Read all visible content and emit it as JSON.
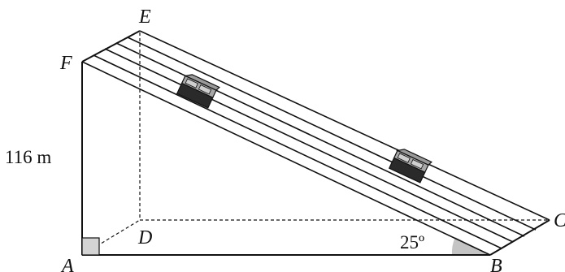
{
  "labels": {
    "A": "A",
    "B": "B",
    "C": "C",
    "D": "D",
    "E": "E",
    "F": "F"
  },
  "height_label": "116 m",
  "angle_label": "25º"
}
